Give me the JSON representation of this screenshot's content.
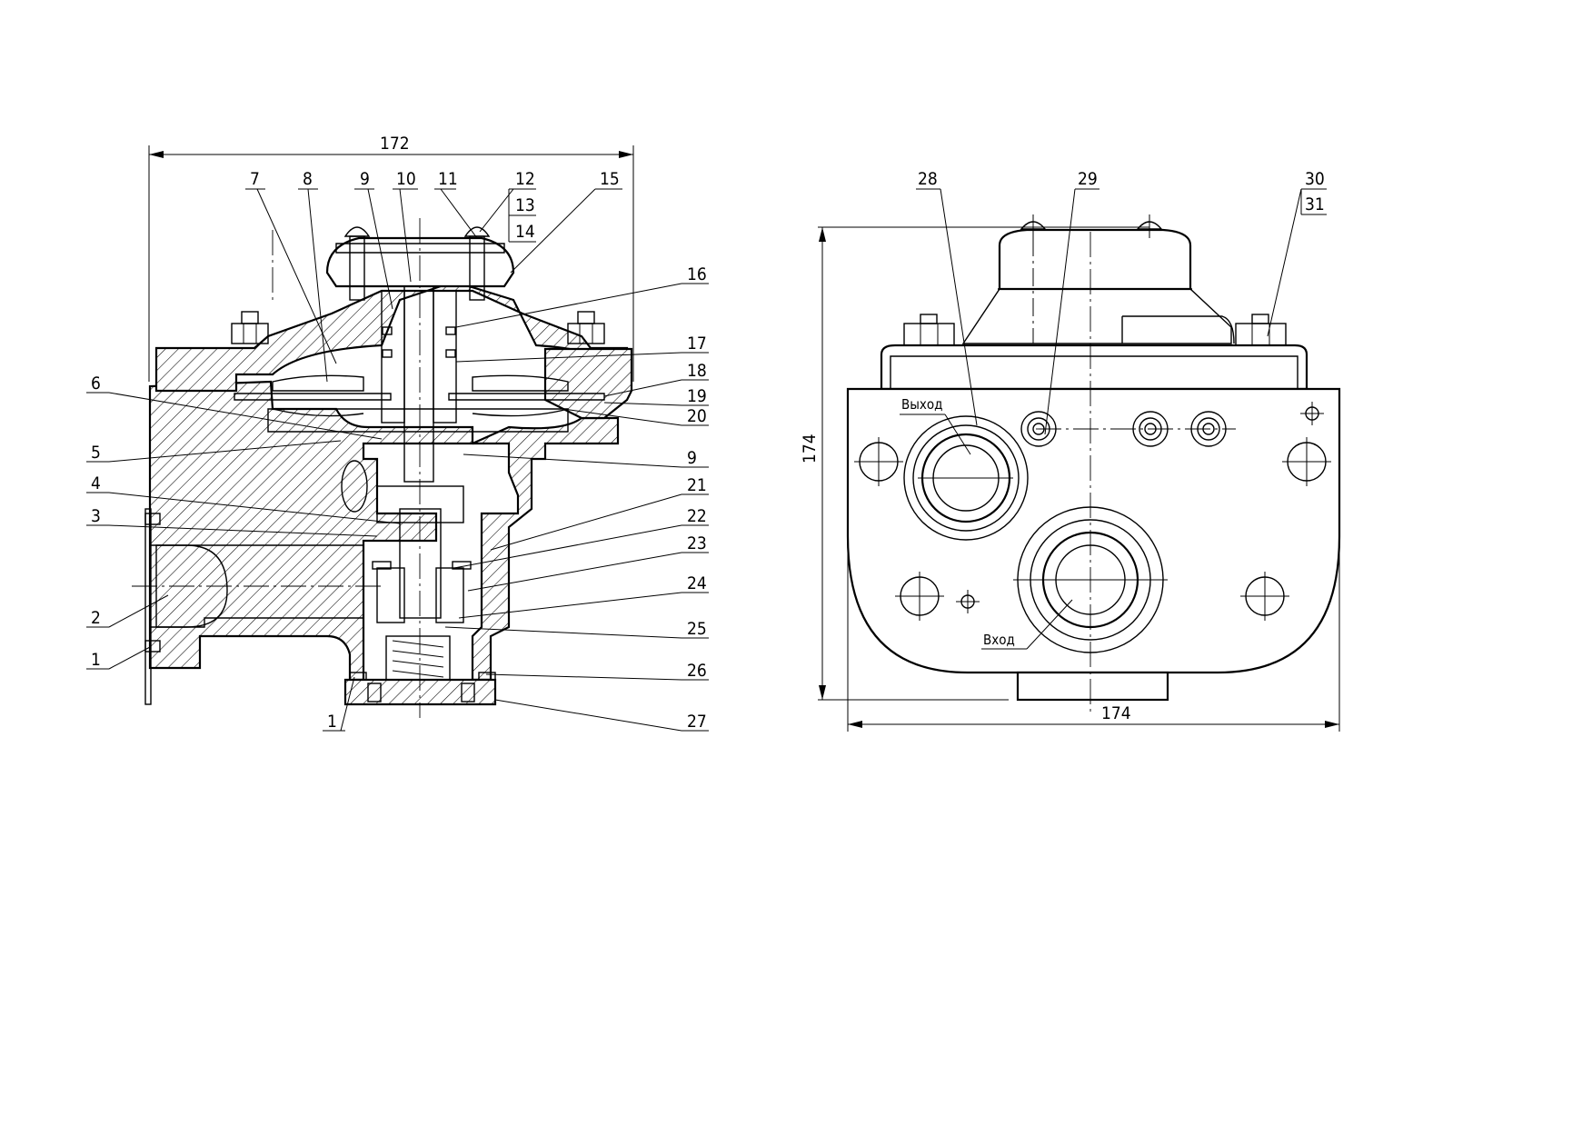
{
  "left_view": {
    "width_dimension": "172",
    "callouts_top": [
      "7",
      "8",
      "9",
      "10",
      "11",
      "12",
      "13",
      "14",
      "15"
    ],
    "callouts_left": [
      "6",
      "5",
      "4",
      "3",
      "2",
      "1"
    ],
    "callouts_right": [
      "16",
      "17",
      "18",
      "19",
      "20",
      "9",
      "21",
      "22",
      "23",
      "24",
      "25",
      "26",
      "27"
    ],
    "callout_bottom": "1"
  },
  "right_view": {
    "width_dimension": "174",
    "height_dimension": "174",
    "callouts_top": [
      "28",
      "29",
      "30",
      "31"
    ],
    "outlet_label": "Выход",
    "inlet_label": "Вход"
  },
  "colors": {
    "line": "#000000",
    "paper": "#ffffff"
  }
}
